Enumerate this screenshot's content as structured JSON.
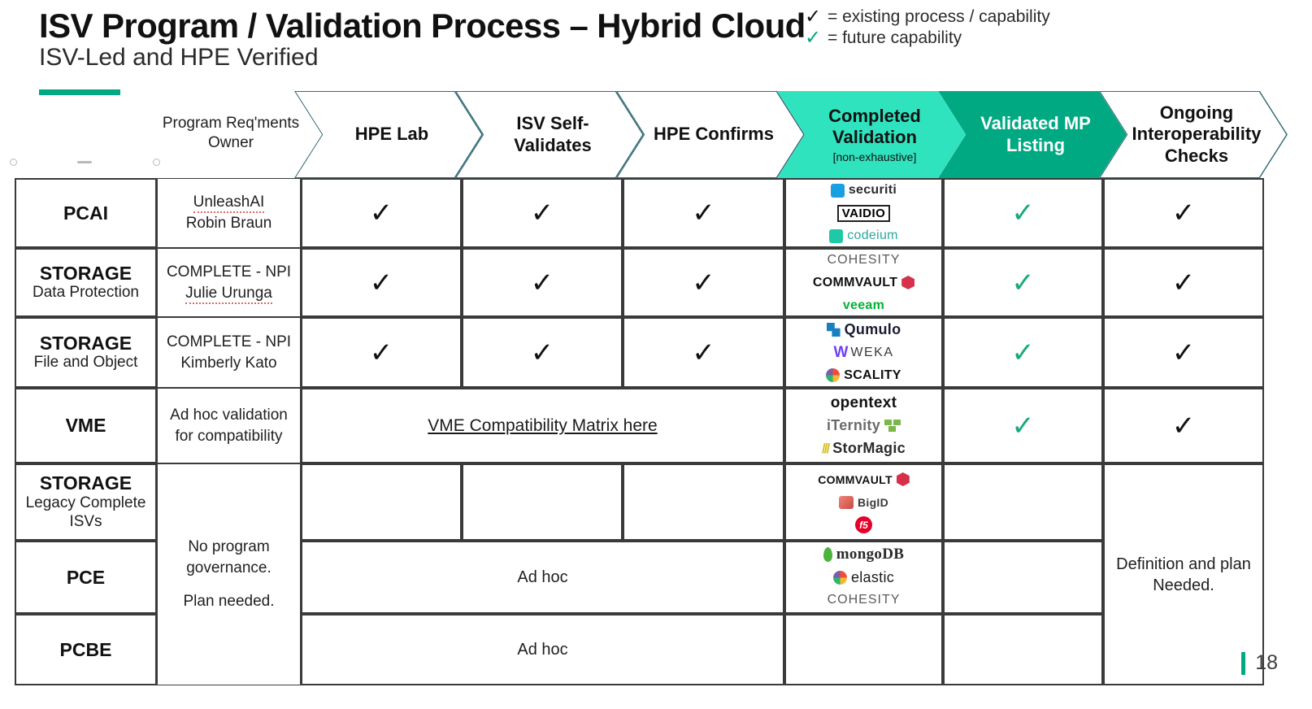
{
  "header": {
    "title": "ISV Program / Validation Process – Hybrid Cloud",
    "subtitle": "ISV-Led and HPE Verified",
    "accent_color": "#01A982"
  },
  "legend": {
    "items": [
      {
        "check": "✓",
        "color": "#111111",
        "text": "= existing process / capability"
      },
      {
        "check": "✓",
        "color": "#01A982",
        "text": "= future capability"
      }
    ]
  },
  "columns": {
    "owner_header_line1": "Program Req'ments",
    "owner_header_line2": "Owner",
    "chevrons": [
      {
        "label": "HPE Lab",
        "sub": "",
        "style": "white"
      },
      {
        "label": "ISV Self-\nValidates",
        "line1": "ISV Self-",
        "line2": "Validates",
        "sub": "",
        "style": "white"
      },
      {
        "label": "HPE Confirms",
        "sub": "",
        "style": "white"
      },
      {
        "line1": "Completed",
        "line2": "Validation",
        "sub": "[non-exhaustive]",
        "style": "mint",
        "fill": "#2FE3BF"
      },
      {
        "line1": "Validated MP",
        "line2": "Listing",
        "sub": "",
        "style": "green",
        "fill": "#01A982"
      },
      {
        "line1": "Ongoing",
        "line2": "Interoperability",
        "line3": "Checks",
        "sub": "",
        "style": "white"
      }
    ]
  },
  "rows": [
    {
      "category_main": "PCAI",
      "category_sub": "",
      "owner_line1": "UnleashAI",
      "owner_line2": "Robin Braun",
      "hpe_lab": "✓",
      "isv_self": "✓",
      "hpe_confirms": "✓",
      "logos": [
        {
          "name": "securiti",
          "text": "securiti",
          "icon": "blue-square",
          "color": "#2b2b2b"
        },
        {
          "name": "vaidio",
          "text": "VAIDIO",
          "icon": "box",
          "color": "#111111"
        },
        {
          "name": "codeium",
          "text": "codeium",
          "icon": "teal-square",
          "color": "#2aa8a0"
        }
      ],
      "validated_mp": "✓",
      "ongoing": "✓"
    },
    {
      "category_main": "STORAGE",
      "category_sub": "Data Protection",
      "owner_line1": "COMPLETE - NPI",
      "owner_line2": "Julie Urunga",
      "hpe_lab": "✓",
      "isv_self": "✓",
      "hpe_confirms": "✓",
      "logos": [
        {
          "name": "cohesity",
          "text": "COHESITY",
          "icon": "none",
          "color": "#5b5b5b"
        },
        {
          "name": "commvault",
          "text": "COMMVAULT",
          "icon": "red-hex",
          "color": "#111111"
        },
        {
          "name": "veeam",
          "text": "veeam",
          "icon": "none",
          "color": "#00b336"
        }
      ],
      "validated_mp": "✓",
      "ongoing": "✓"
    },
    {
      "category_main": "STORAGE",
      "category_sub": "File and Object",
      "owner_line1": "COMPLETE - NPI",
      "owner_line2": "Kimberly Kato",
      "hpe_lab": "✓",
      "isv_self": "✓",
      "hpe_confirms": "✓",
      "logos": [
        {
          "name": "qumulo",
          "text": "Qumulo",
          "icon": "qumulo-mark",
          "color": "#1b1b33"
        },
        {
          "name": "weka",
          "text": "WEKA",
          "icon": "weka-mark",
          "color": "#3a3a3a"
        },
        {
          "name": "scality",
          "text": "SCALITY",
          "icon": "multi-dot",
          "color": "#111111"
        }
      ],
      "validated_mp": "✓",
      "ongoing": "✓"
    },
    {
      "category_main": "VME",
      "category_sub": "",
      "owner_line1": "Ad hoc validation",
      "owner_line2": "for compatibility",
      "span_link": "VME Compatibility Matrix here",
      "logos": [
        {
          "name": "opentext",
          "text": "opentext",
          "icon": "none",
          "color": "#111111"
        },
        {
          "name": "iternity",
          "text": "iTernity",
          "icon": "green-blocks",
          "color": "#6b6b6b"
        },
        {
          "name": "stormagic",
          "text": "StorMagic",
          "icon": "yellow-slashes",
          "color": "#2b2b2b"
        }
      ],
      "validated_mp": "✓",
      "ongoing": "✓"
    },
    {
      "category_main": "STORAGE",
      "category_sub": "Legacy Complete\nISVs",
      "category_sub_l1": "Legacy Complete",
      "category_sub_l2": "ISVs",
      "logos": [
        {
          "name": "commvault",
          "text": "COMMVAULT",
          "icon": "red-hex",
          "color": "#111111"
        },
        {
          "name": "bigid",
          "text": "BigID",
          "icon": "bigid-mark",
          "color": "#3a3a3a"
        },
        {
          "name": "f5",
          "text": "",
          "icon": "f5-mark",
          "color": "#e4002b"
        }
      ],
      "validated_mp": "",
      "ongoing": ""
    },
    {
      "category_main": "PCE",
      "category_sub": "",
      "ad_hoc": "Ad hoc",
      "logos": [
        {
          "name": "mongodb",
          "text": "mongoDB",
          "icon": "green-leaf",
          "color": "#2b2b2b"
        },
        {
          "name": "elastic",
          "text": "elastic",
          "icon": "multi-dot",
          "color": "#1b1b1b"
        },
        {
          "name": "cohesity",
          "text": "COHESITY",
          "icon": "none",
          "color": "#5b5b5b"
        }
      ],
      "validated_mp": "",
      "ongoing": ""
    },
    {
      "category_main": "PCBE",
      "category_sub": "",
      "ad_hoc": "Ad hoc",
      "logos": [],
      "validated_mp": "",
      "ongoing": ""
    }
  ],
  "merged": {
    "owner_no_governance_l1": "No program",
    "owner_no_governance_l2": "governance.",
    "owner_no_governance_l3": "Plan needed.",
    "ongoing_definition_l1": "Definition and plan",
    "ongoing_definition_l2": "Needed."
  },
  "footer": {
    "page_number": "18",
    "page_bar_color": "#01A982"
  }
}
